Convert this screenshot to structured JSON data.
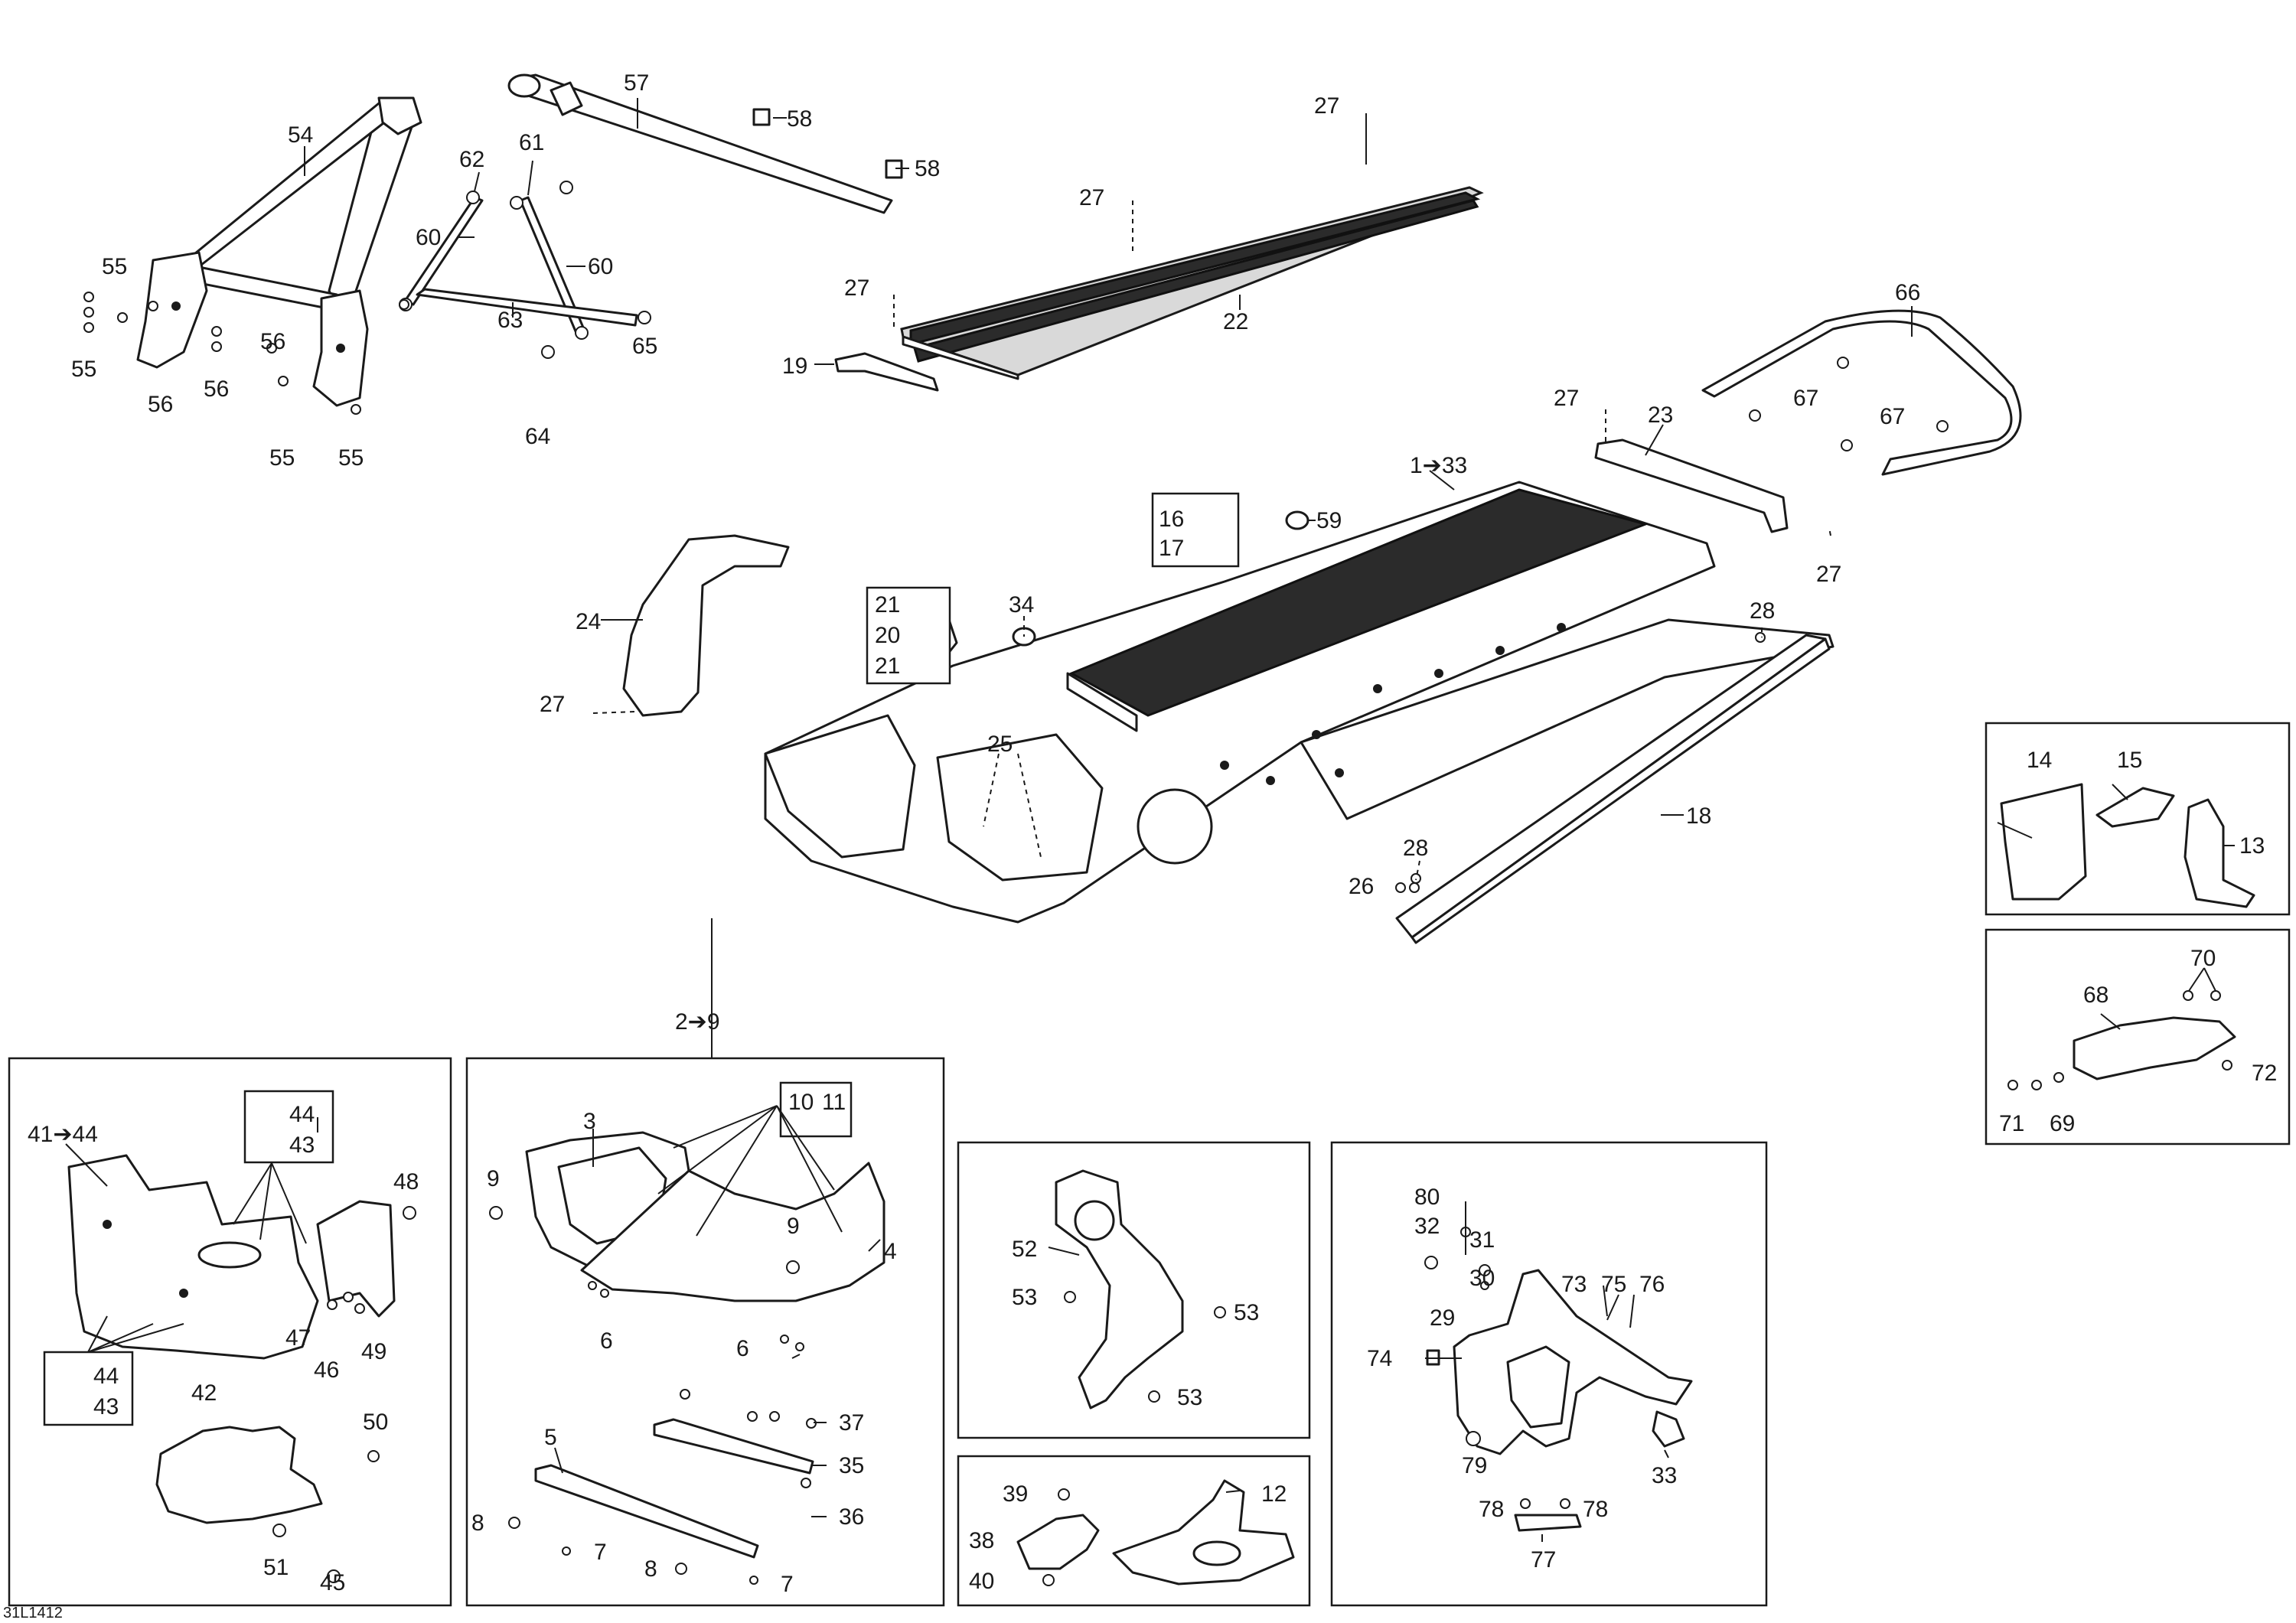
{
  "diagram": {
    "reference_code": "31L1412",
    "section_labels": {
      "frame_range": "1➔33",
      "subframe_range": "2➔9",
      "bracket_range": "41➔44"
    },
    "callouts": [
      {
        "id": "c57",
        "text": "57"
      },
      {
        "id": "c58a",
        "text": "58"
      },
      {
        "id": "c58b",
        "text": "58"
      },
      {
        "id": "c54",
        "text": "54"
      },
      {
        "id": "c55a",
        "text": "55"
      },
      {
        "id": "c55b",
        "text": "55"
      },
      {
        "id": "c55c",
        "text": "55"
      },
      {
        "id": "c55d",
        "text": "55"
      },
      {
        "id": "c56a",
        "text": "56"
      },
      {
        "id": "c56b",
        "text": "56"
      },
      {
        "id": "c56c",
        "text": "56"
      },
      {
        "id": "c62",
        "text": "62"
      },
      {
        "id": "c61",
        "text": "61"
      },
      {
        "id": "c60a",
        "text": "60"
      },
      {
        "id": "c60b",
        "text": "60"
      },
      {
        "id": "c63",
        "text": "63"
      },
      {
        "id": "c64",
        "text": "64"
      },
      {
        "id": "c65",
        "text": "65"
      },
      {
        "id": "c27a",
        "text": "27"
      },
      {
        "id": "c27b",
        "text": "27"
      },
      {
        "id": "c27c",
        "text": "27"
      },
      {
        "id": "c27d",
        "text": "27"
      },
      {
        "id": "c27e",
        "text": "27"
      },
      {
        "id": "c27f",
        "text": "27"
      },
      {
        "id": "c22",
        "text": "22"
      },
      {
        "id": "c19",
        "text": "19"
      },
      {
        "id": "c66",
        "text": "66"
      },
      {
        "id": "c67a",
        "text": "67"
      },
      {
        "id": "c67b",
        "text": "67"
      },
      {
        "id": "c23",
        "text": "23"
      },
      {
        "id": "c16",
        "text": "16"
      },
      {
        "id": "c17",
        "text": "17"
      },
      {
        "id": "c59",
        "text": "59"
      },
      {
        "id": "c24",
        "text": "24"
      },
      {
        "id": "c21a",
        "text": "21"
      },
      {
        "id": "c20",
        "text": "20"
      },
      {
        "id": "c21b",
        "text": "21"
      },
      {
        "id": "c34",
        "text": "34"
      },
      {
        "id": "c25",
        "text": "25"
      },
      {
        "id": "c28a",
        "text": "28"
      },
      {
        "id": "c18",
        "text": "18"
      },
      {
        "id": "c26",
        "text": "26"
      },
      {
        "id": "c28b",
        "text": "28"
      },
      {
        "id": "c14",
        "text": "14"
      },
      {
        "id": "c15",
        "text": "15"
      },
      {
        "id": "c13",
        "text": "13"
      },
      {
        "id": "c70",
        "text": "70"
      },
      {
        "id": "c68",
        "text": "68"
      },
      {
        "id": "c72",
        "text": "72"
      },
      {
        "id": "c71",
        "text": "71"
      },
      {
        "id": "c69",
        "text": "69"
      },
      {
        "id": "c44a",
        "text": "44"
      },
      {
        "id": "c43a",
        "text": "43"
      },
      {
        "id": "c48",
        "text": "48"
      },
      {
        "id": "c47",
        "text": "47"
      },
      {
        "id": "c46",
        "text": "46"
      },
      {
        "id": "c49",
        "text": "49"
      },
      {
        "id": "c44b",
        "text": "44"
      },
      {
        "id": "c43b",
        "text": "43"
      },
      {
        "id": "c42",
        "text": "42"
      },
      {
        "id": "c50",
        "text": "50"
      },
      {
        "id": "c51",
        "text": "51"
      },
      {
        "id": "c45",
        "text": "45"
      },
      {
        "id": "c3",
        "text": "3"
      },
      {
        "id": "c10",
        "text": "10"
      },
      {
        "id": "c11",
        "text": "11"
      },
      {
        "id": "c9a",
        "text": "9"
      },
      {
        "id": "c9b",
        "text": "9"
      },
      {
        "id": "c4",
        "text": "4"
      },
      {
        "id": "c6a",
        "text": "6"
      },
      {
        "id": "c6b",
        "text": "6"
      },
      {
        "id": "c5",
        "text": "5"
      },
      {
        "id": "c37",
        "text": "37"
      },
      {
        "id": "c35",
        "text": "35"
      },
      {
        "id": "c36",
        "text": "36"
      },
      {
        "id": "c8a",
        "text": "8"
      },
      {
        "id": "c7a",
        "text": "7"
      },
      {
        "id": "c8b",
        "text": "8"
      },
      {
        "id": "c7b",
        "text": "7"
      },
      {
        "id": "c52",
        "text": "52"
      },
      {
        "id": "c53a",
        "text": "53"
      },
      {
        "id": "c53b",
        "text": "53"
      },
      {
        "id": "c53c",
        "text": "53"
      },
      {
        "id": "c39",
        "text": "39"
      },
      {
        "id": "c12",
        "text": "12"
      },
      {
        "id": "c38",
        "text": "38"
      },
      {
        "id": "c40",
        "text": "40"
      },
      {
        "id": "c80",
        "text": "80"
      },
      {
        "id": "c32",
        "text": "32"
      },
      {
        "id": "c31",
        "text": "31"
      },
      {
        "id": "c29",
        "text": "29"
      },
      {
        "id": "c30",
        "text": "30"
      },
      {
        "id": "c73",
        "text": "73"
      },
      {
        "id": "c75",
        "text": "75"
      },
      {
        "id": "c76",
        "text": "76"
      },
      {
        "id": "c74",
        "text": "74"
      },
      {
        "id": "c79",
        "text": "79"
      },
      {
        "id": "c33",
        "text": "33"
      },
      {
        "id": "c78a",
        "text": "78"
      },
      {
        "id": "c78b",
        "text": "78"
      },
      {
        "id": "c77",
        "text": "77"
      }
    ]
  }
}
